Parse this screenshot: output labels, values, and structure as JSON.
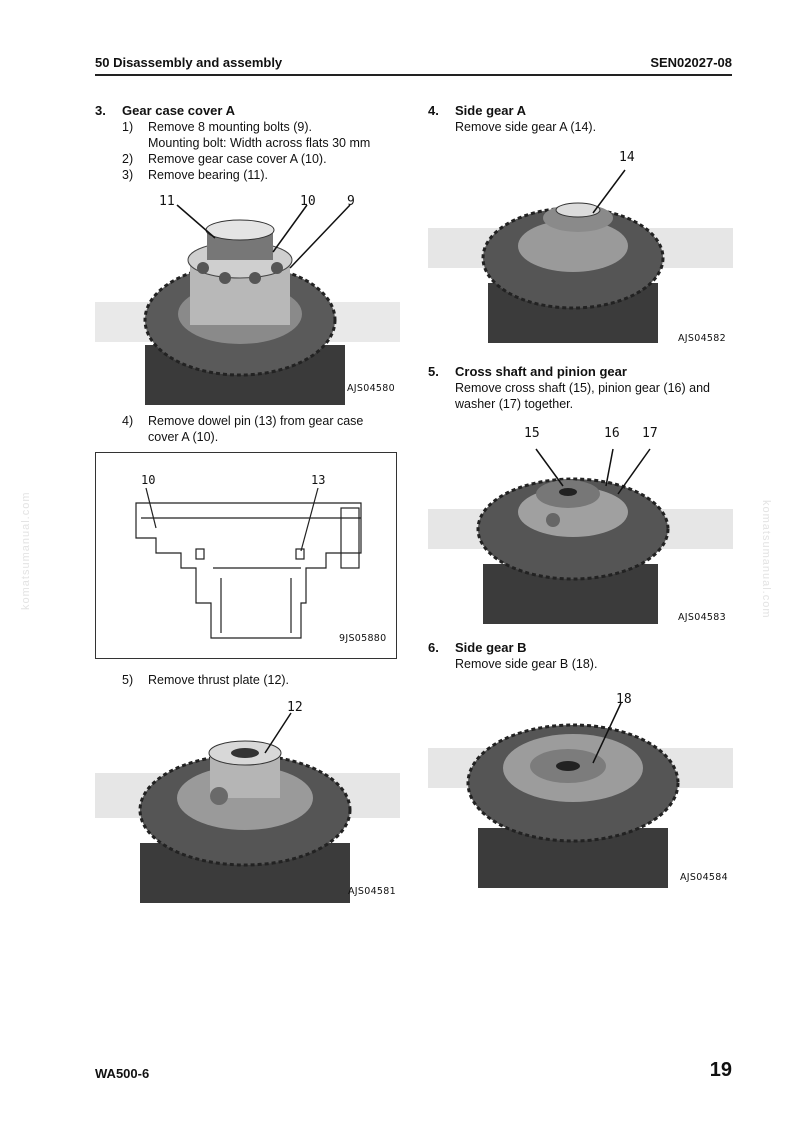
{
  "header": {
    "section": "50 Disassembly and assembly",
    "doc_code": "SEN02027-08"
  },
  "footer": {
    "model": "WA500-6",
    "page": "19"
  },
  "watermark": "komatsumanual.com",
  "steps": {
    "s3": {
      "num": "3.",
      "title": "Gear case cover A",
      "sub1_n": "1)",
      "sub1": "Remove 8 mounting bolts (9).",
      "sub1b": "Mounting bolt: Width across flats 30 mm",
      "sub2_n": "2)",
      "sub2": "Remove gear case cover A (10).",
      "sub3_n": "3)",
      "sub3": "Remove bearing (11).",
      "sub4_n": "4)",
      "sub4a": "Remove dowel pin (13) from gear case",
      "sub4b": "cover A (10).",
      "sub5_n": "5)",
      "sub5": "Remove thrust plate (12)."
    },
    "s4": {
      "num": "4.",
      "title": "Side gear A",
      "text": "Remove side gear A (14)."
    },
    "s5": {
      "num": "5.",
      "title": "Cross shaft and pinion gear",
      "text1": "Remove cross shaft (15), pinion gear (16) and",
      "text2": "washer (17) together."
    },
    "s6": {
      "num": "6.",
      "title": "Side gear B",
      "text": "Remove side gear B (18)."
    }
  },
  "figures": {
    "f1": {
      "code": "AJS04580",
      "c11": "11",
      "c10": "10",
      "c9": "9"
    },
    "f2": {
      "code": "9JS05880",
      "c10": "10",
      "c13": "13"
    },
    "f3": {
      "code": "AJS04581",
      "c12": "12"
    },
    "f4": {
      "code": "AJS04582",
      "c14": "14"
    },
    "f5": {
      "code": "AJS04583",
      "c15": "15",
      "c16": "16",
      "c17": "17"
    },
    "f6": {
      "code": "AJS04584",
      "c18": "18"
    }
  }
}
